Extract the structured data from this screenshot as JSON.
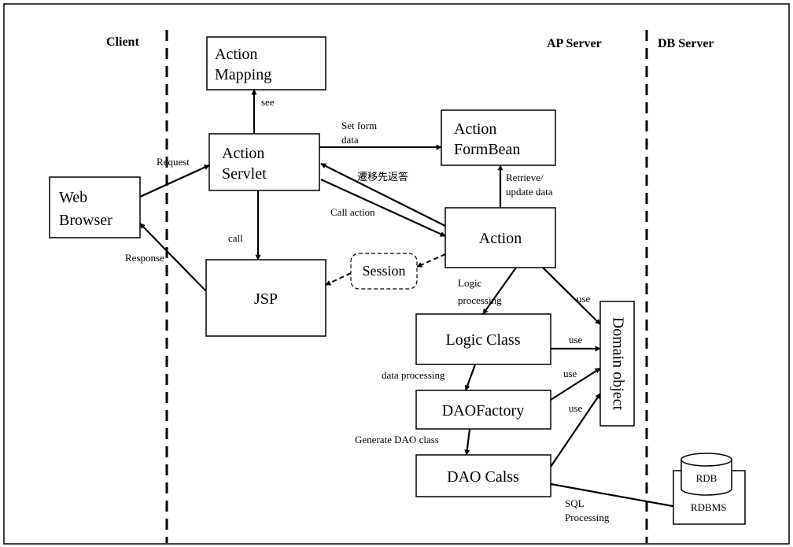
{
  "zones": {
    "client": "Client",
    "ap_server": "AP Server",
    "db_server": "DB Server"
  },
  "nodes": {
    "action_mapping": [
      "Action",
      "Mapping"
    ],
    "action_servlet": [
      "Action",
      "Servlet"
    ],
    "web_browser": [
      "Web",
      "Browser"
    ],
    "jsp": "JSP",
    "action_formbean": [
      "Action",
      "FormBean"
    ],
    "action": "Action",
    "session": "Session",
    "logic_class": "Logic Class",
    "daofactory": "DAOFactory",
    "dao_class": "DAO Calss",
    "domain_object": "Domain object",
    "rdb": "RDB",
    "rdbms": "RDBMS"
  },
  "edges": {
    "see": "see",
    "request": "Request",
    "response": "Response",
    "set_form_data": [
      "Set form",
      "data"
    ],
    "transition_reply": "遷移先返答",
    "call_action": "Call action",
    "call": "call",
    "retrieve_update": [
      "Retrieve/",
      "update data"
    ],
    "logic_processing": [
      "Logic",
      "processing"
    ],
    "use_action": "use",
    "use_logic": "use",
    "use_daofactory_1": "use",
    "use_daofactory_2": "use",
    "data_processing": "data processing",
    "generate_dao": "Generate DAO class",
    "sql_processing": [
      "SQL",
      "Processing"
    ]
  }
}
